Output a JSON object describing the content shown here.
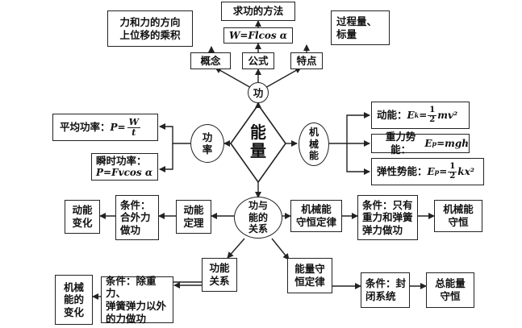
{
  "center": {
    "label": "能\n量"
  },
  "top": {
    "title": "求功的方法",
    "formula": "W=Flcos α",
    "definition_text": "力和力的方向\n上位移的乘积",
    "feature_text": "过程量、\n标量",
    "concept_label": "概念",
    "formula_label": "公式",
    "feature_label": "特点",
    "work_label": "功"
  },
  "power": {
    "node_label": "功\n率",
    "average_label": "平均功率：",
    "average_formula": "P=W/t",
    "average_numerator": "W",
    "average_denominator": "t",
    "average_prefix": "P=",
    "instant_label": "瞬时功率：",
    "instant_formula": "P=Fvcos α"
  },
  "mech_energy": {
    "node_label": "机\n械\n能",
    "kinetic_label": "动能：",
    "kinetic_formula_prefix": "E",
    "kinetic_sub": "k",
    "kinetic_fraction_num": "1",
    "kinetic_fraction_den": "2",
    "kinetic_tail": "mv²",
    "gravity_label": "重力势能：",
    "gravity_formula": "Ep=mgh",
    "gravity_prefix": "E",
    "gravity_sub": "p",
    "gravity_tail": "=mgh",
    "elastic_label": "弹性势能：",
    "elastic_prefix": "E",
    "elastic_sub": "p",
    "elastic_fraction_num": "1",
    "elastic_fraction_den": "2",
    "elastic_tail": "kx²"
  },
  "relation": {
    "node_label": "功与\n能的\n关系",
    "kinetic_theorem": "动能\n定理",
    "kinetic_condition": "条件：\n合外力\n做功",
    "kinetic_result": "动能\n变化",
    "conservation_law": "机械能\n守恒定律",
    "conservation_condition": "条件：只有\n重力和弹簧\n弹力做功",
    "conservation_result": "机械能\n守恒",
    "work_energy_relation": "功能\n关系",
    "work_energy_condition": "条件：除重力、\n弹簧弹力以外\n的力做功",
    "work_energy_result": "机械\n能的\n变化",
    "energy_conservation": "能量守\n恒定律",
    "energy_condition": "条件：封\n闭系统",
    "energy_result": "总能量\n守恒"
  }
}
